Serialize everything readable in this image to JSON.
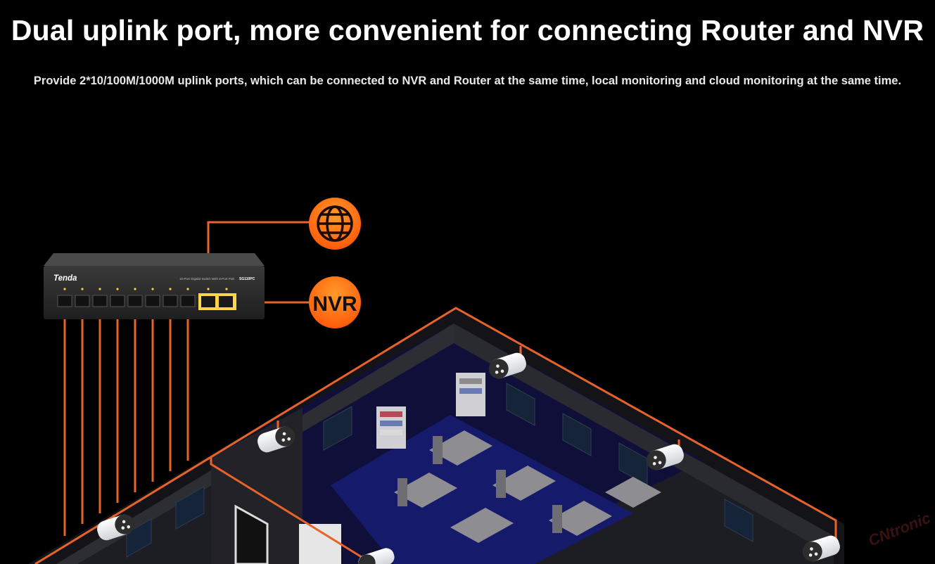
{
  "header": {
    "title": "Dual uplink port, more convenient for connecting Router and NVR",
    "subtitle": "Provide 2*10/100M/1000M uplink ports, which can be connected to NVR and Router at the same time, local monitoring and cloud monitoring at the same time."
  },
  "device": {
    "brand": "Tenda",
    "model": "SG110PC",
    "description": "10-Port Gigabit Switch With 8-Port PoE"
  },
  "badges": {
    "globe_icon": "globe-icon",
    "nvr_label": "NVR"
  },
  "watermark": "CNtronic",
  "colors": {
    "background": "#000000",
    "accent": "#ff6a13",
    "line": "#e8632a",
    "text": "#ffffff"
  }
}
